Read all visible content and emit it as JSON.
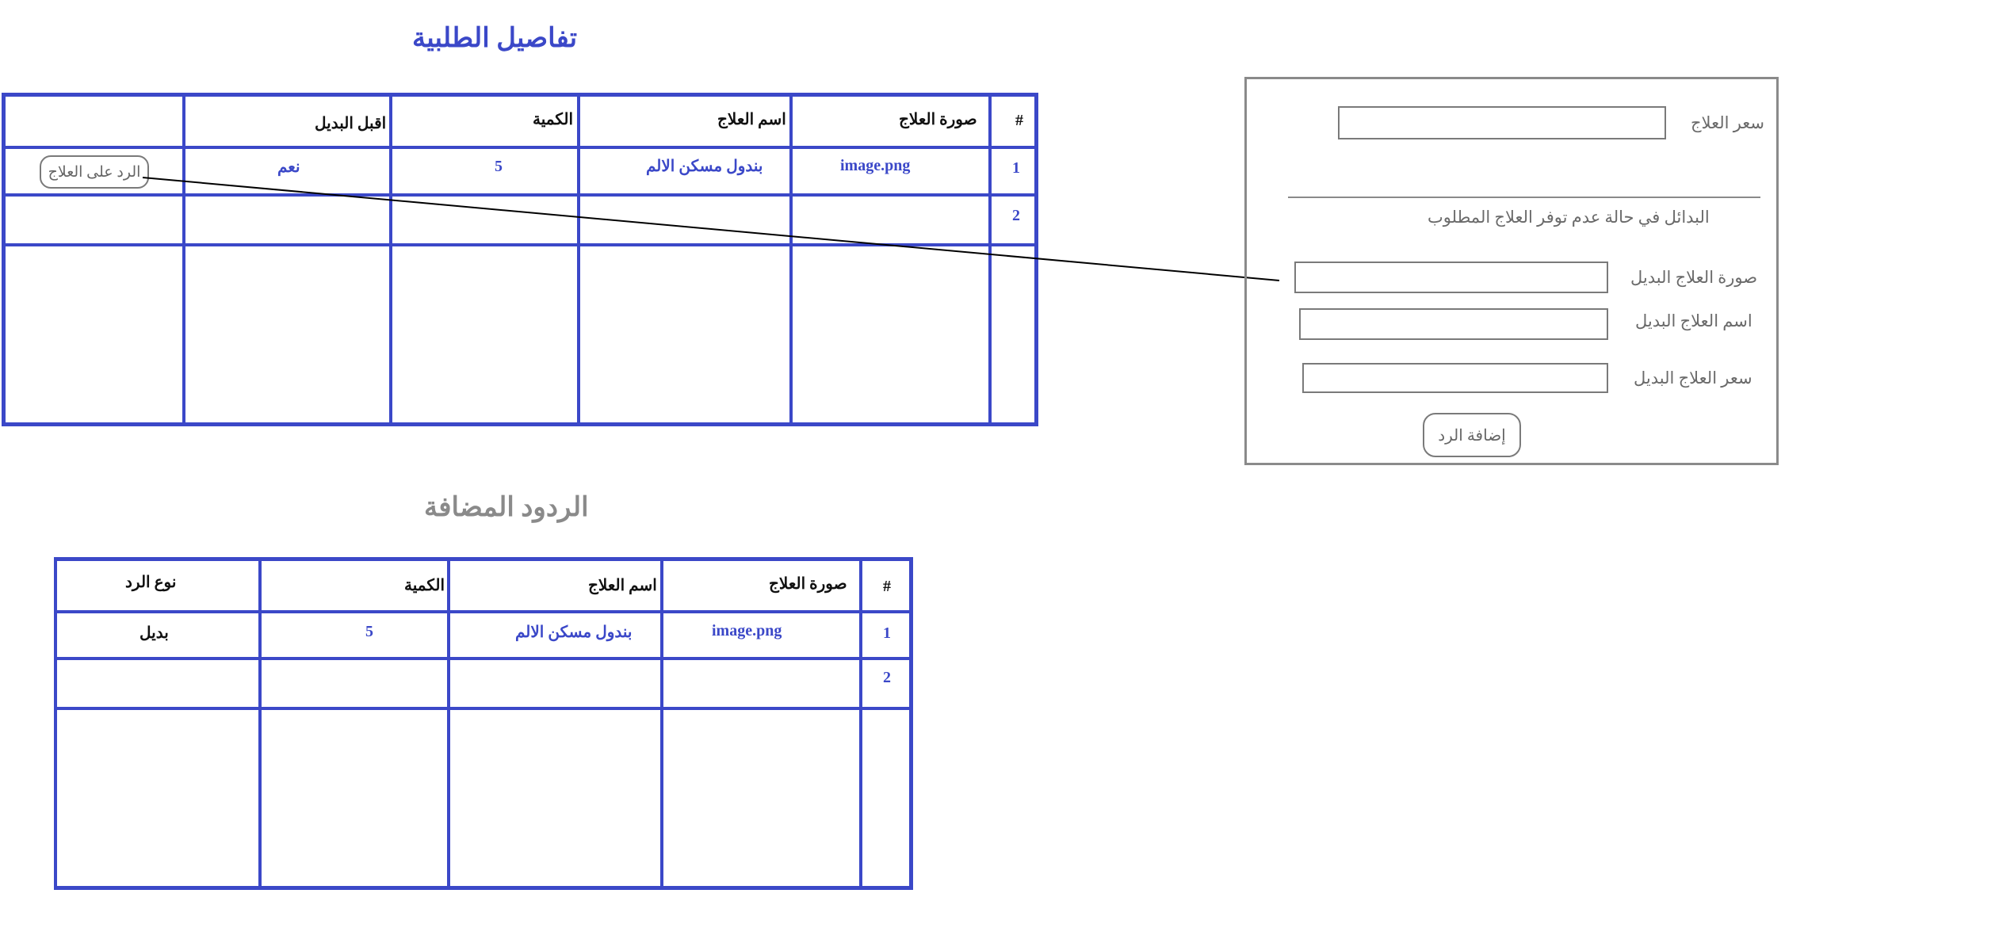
{
  "order_details": {
    "title": "تفاصيل الطلبية",
    "headers": {
      "index": "#",
      "image": "صورة العلاج",
      "name": "اسم العلاج",
      "quantity": "الكمية",
      "accept_alternative": "اقبل البديل",
      "actions": ""
    },
    "rows": [
      {
        "index": "1",
        "image": "image.png",
        "name": "بندول مسكن الالم",
        "quantity": "5",
        "accept_alternative": "نعم",
        "action_label": "الرد على العلاج"
      },
      {
        "index": "2",
        "image": "",
        "name": "",
        "quantity": "",
        "accept_alternative": "",
        "action_label": ""
      }
    ]
  },
  "reply_form": {
    "price_label": "سعر العلاج",
    "alternatives_caption": "البدائل في حالة عدم توفر العلاج المطلوب",
    "alt_image_label": "صورة العلاج البديل",
    "alt_name_label": "اسم العلاج البديل",
    "alt_price_label": "سعر العلاج البديل",
    "submit_label": "إضافة الرد"
  },
  "added_replies": {
    "title": "الردود المضافة",
    "headers": {
      "index": "#",
      "image": "صورة العلاج",
      "name": "اسم العلاج",
      "quantity": "الكمية",
      "reply_type": "نوع الرد"
    },
    "rows": [
      {
        "index": "1",
        "image": "image.png",
        "name": "بندول مسكن الالم",
        "quantity": "5",
        "reply_type": "بديل"
      },
      {
        "index": "2",
        "image": "",
        "name": "",
        "quantity": "",
        "reply_type": ""
      }
    ]
  },
  "colors": {
    "accent_blue": "#3b48c8",
    "muted_gray": "#8a8a8a",
    "text_dark": "#111111"
  }
}
